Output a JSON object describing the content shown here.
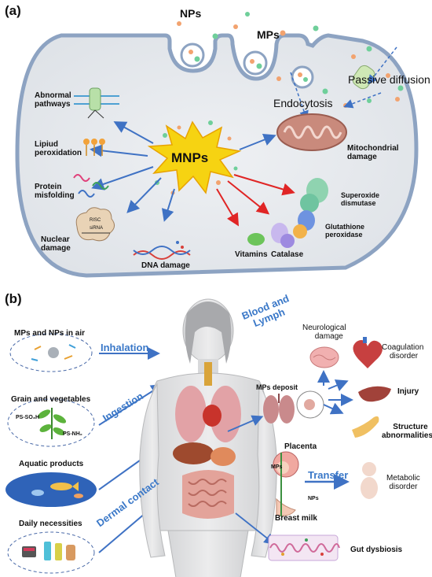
{
  "panel_a": {
    "tag": "(a)",
    "nps": "NPs",
    "mps": "MPs",
    "passive_diffusion": "Passive diffusion",
    "endocytosis": "Endocytosis",
    "center": "MNPs",
    "abnormal_pathways": [
      "Abnormal",
      "pathways"
    ],
    "lipid_peroxidation": [
      "Lipiud",
      "peroxidation"
    ],
    "protein_misfolding": [
      "Protein",
      "misfolding"
    ],
    "nuclear_damage": [
      "Nuclear",
      "damage"
    ],
    "dna_damage": "DNA damage",
    "mitochondrial_damage": [
      "Mitochondrial",
      "damage"
    ],
    "superoxide_dismutase": [
      "Superoxide",
      "dismutase"
    ],
    "glutathione_peroxidase": [
      "Glutathione",
      "peroxidase"
    ],
    "vitamins": "Vitamins",
    "catalase": "Catalase",
    "risc": "RISC",
    "sirna": "siRNA"
  },
  "panel_b": {
    "tag": "(b)",
    "sources": [
      "MPs and NPs in air",
      "Grain and vegetables",
      "Aquatic products",
      "Daily necessities"
    ],
    "ps_so3h": "PS-SO₃H",
    "ps_nh2": "PS-NH₂",
    "routes": [
      "Inhalation",
      "Ingestion",
      "Dermal contact"
    ],
    "blood_lymph": [
      "Blood and",
      "Lymph"
    ],
    "neurological_damage": [
      "Neurological",
      "damage"
    ],
    "coagulation_disorder": [
      "Coagulation",
      "disorder"
    ],
    "injury": "Injury",
    "structure_abnormalities": [
      "Structure",
      "abnormalities"
    ],
    "mps_deposit": "MPs deposit",
    "placenta": "Placenta",
    "mps": "MPs",
    "nps": "NPs",
    "breast_milk": "Breast milk",
    "transfer": "Transfer",
    "metabolic_disorder": [
      "Metabolic",
      "disorder"
    ],
    "gut_dysbiosis": "Gut dysbiosis"
  }
}
